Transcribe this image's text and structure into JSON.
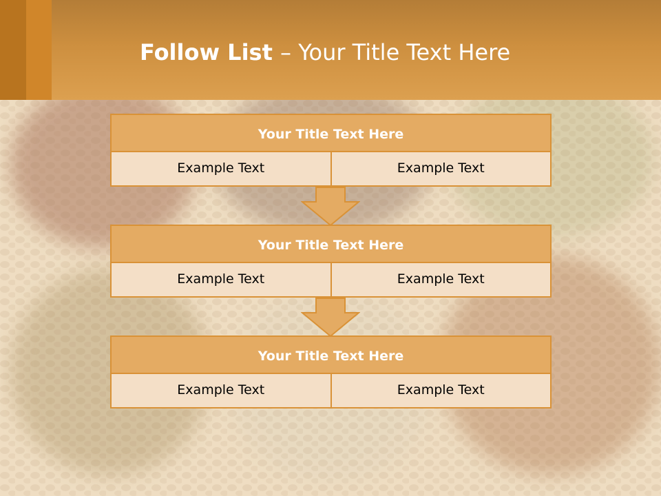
{
  "title": {
    "bold": "Follow List ",
    "rest": " – Your Title Text Here"
  },
  "blocks": [
    {
      "title": "Your Title Text Here",
      "left": "Example Text",
      "right": "Example Text"
    },
    {
      "title": "Your Title Text Here",
      "left": "Example Text",
      "right": "Example Text"
    },
    {
      "title": "Your Title Text Here",
      "left": "Example Text",
      "right": "Example Text"
    }
  ],
  "colors": {
    "header": "#cd8f3f",
    "block_title_fill": "#e4ab63",
    "block_cell_fill": "#f4dfc7",
    "border": "#d99237"
  }
}
